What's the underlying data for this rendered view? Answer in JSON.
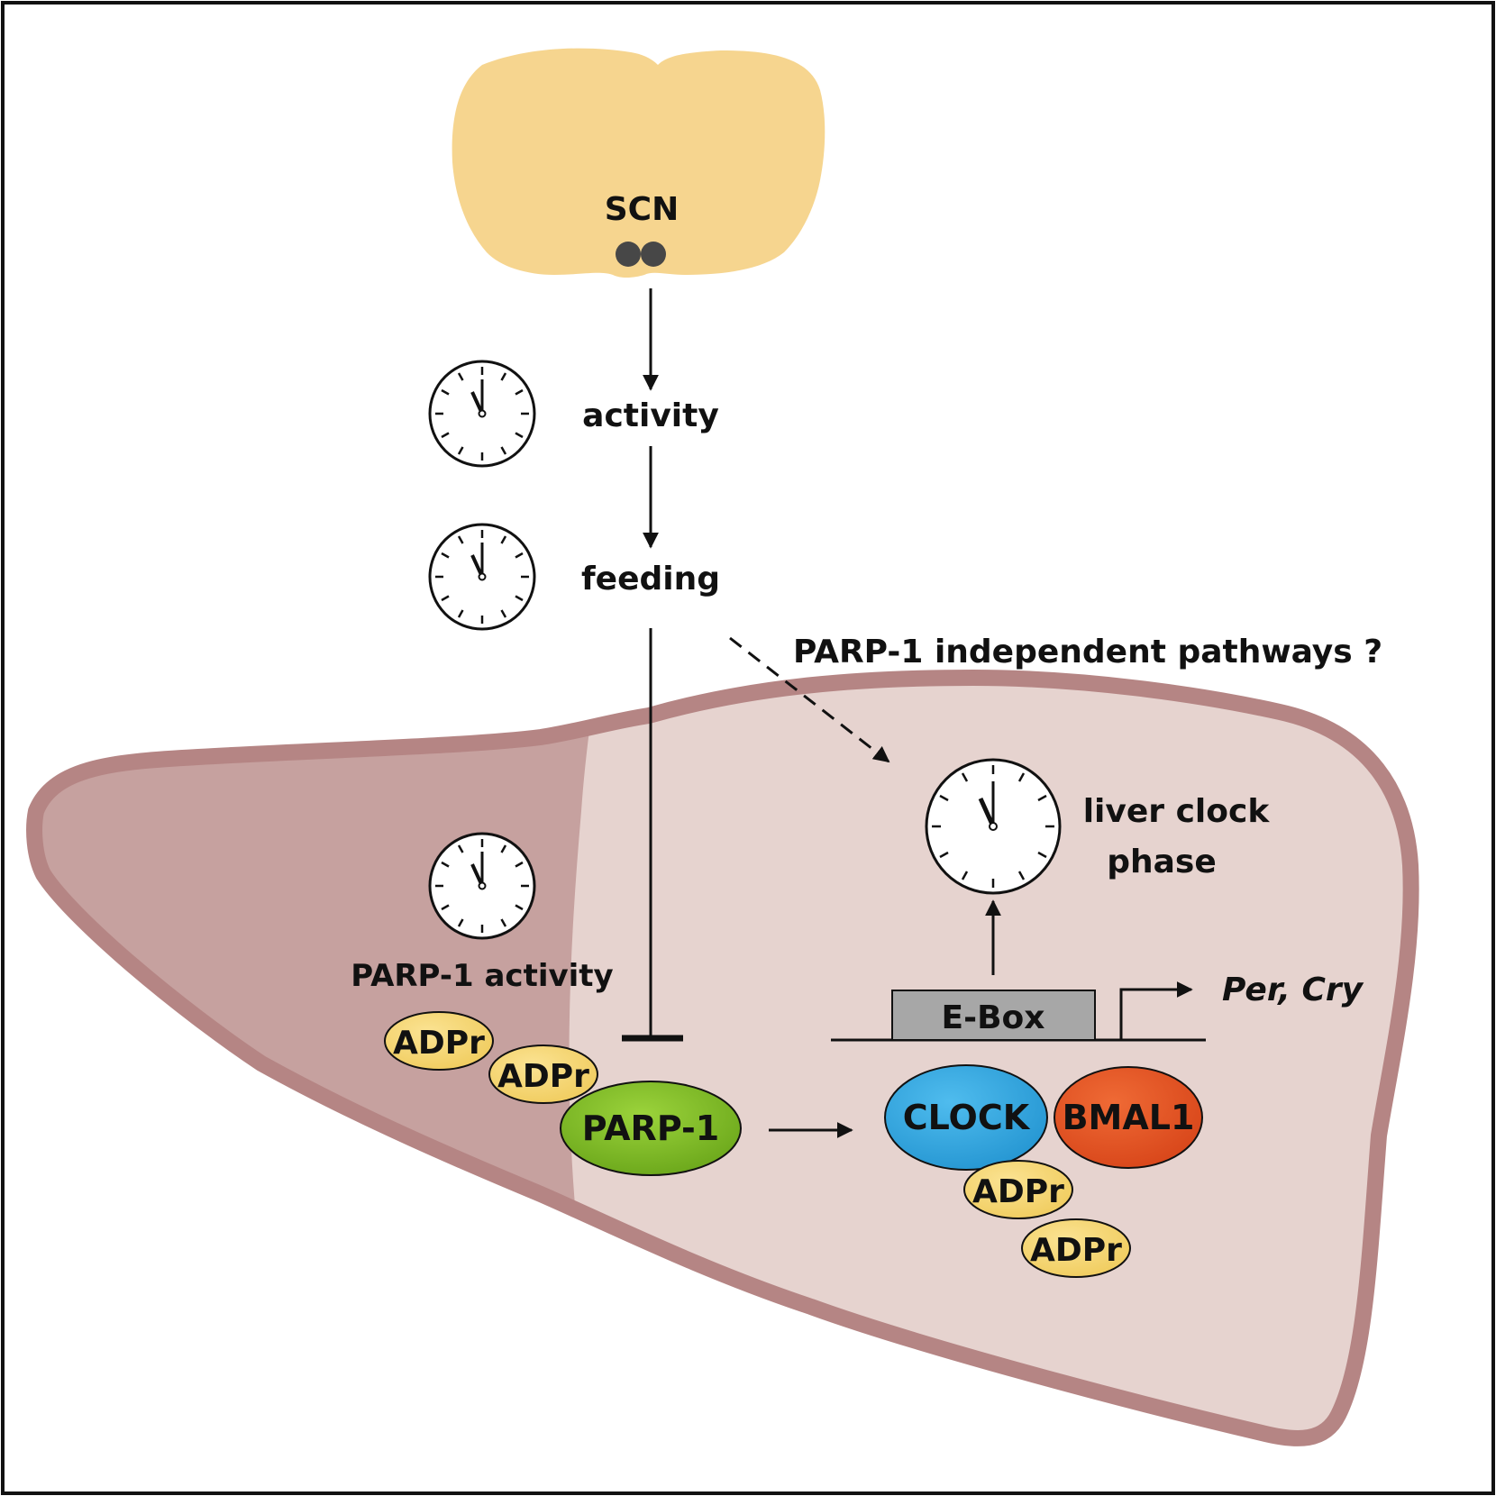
{
  "labels": {
    "scn": "SCN",
    "activity": "activity",
    "feeding": "feeding",
    "independent": "PARP-1 independent pathways ?",
    "liver_clock_line1": "liver clock",
    "liver_clock_line2": "phase",
    "parp_activity": "PARP-1 activity",
    "ebox": "E-Box",
    "genes": "Per, Cry"
  },
  "proteins": {
    "parp1": "PARP-1",
    "clock": "CLOCK",
    "bmal1": "BMAL1",
    "adpr": "ADPr"
  },
  "colors": {
    "brain": "#f6d58f",
    "scn_dots": "#474747",
    "liver_dark": "#c6a19f",
    "liver_light": "#e6d3cf",
    "liver_outline": "#b58584",
    "parp1": "#7fbc1f",
    "clock": "#33a7df",
    "bmal1": "#e5521f",
    "adpr": "#f7d777",
    "ebox": "#a7a7a7"
  },
  "icons": [
    "clock-icon",
    "arrow-icon",
    "inhibition-icon"
  ]
}
